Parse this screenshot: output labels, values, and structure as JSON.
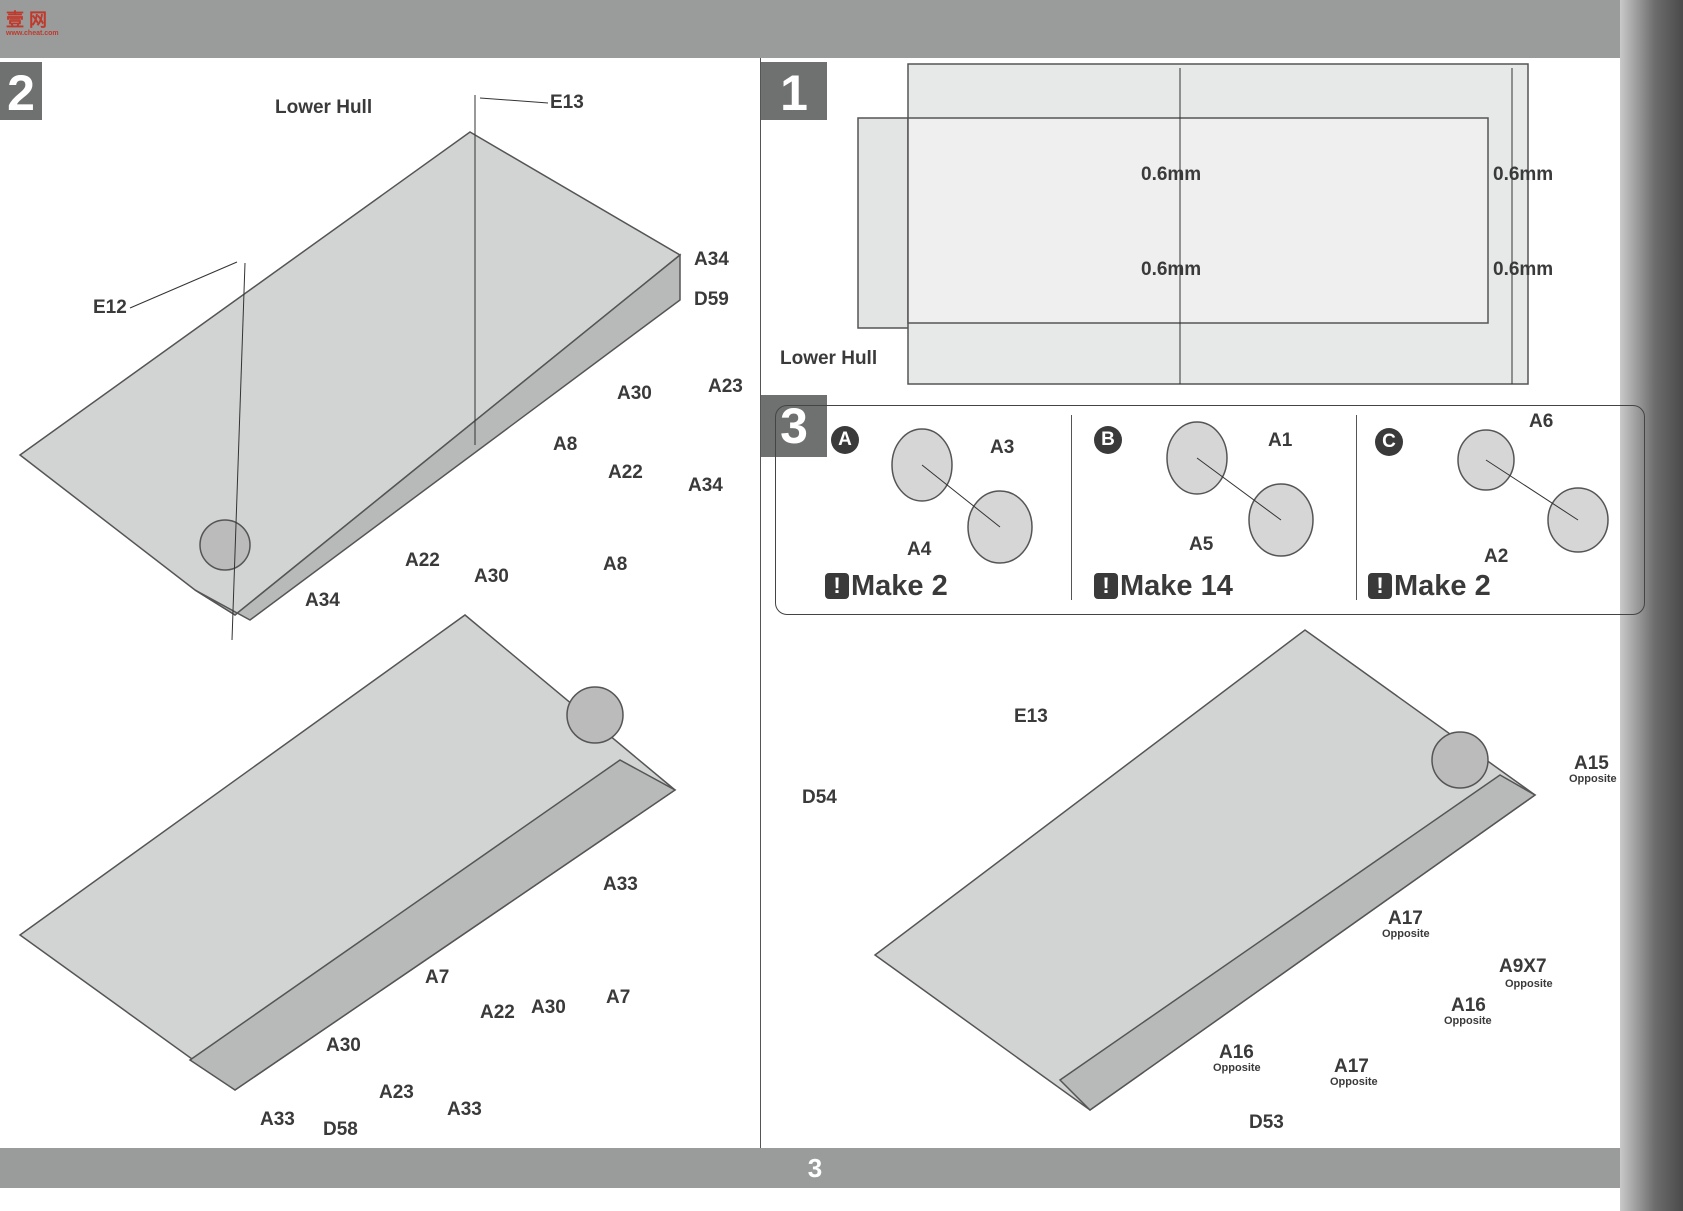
{
  "header": {
    "logo_text": "壹 网",
    "logo_sub": "www.cheat.com"
  },
  "page_number": "3",
  "step2": {
    "number": "2",
    "lower_hull_label": "Lower Hull",
    "top_labels": [
      "E13",
      "A34",
      "D59",
      "E12",
      "A23",
      "A30",
      "A8",
      "A22",
      "A34",
      "A22",
      "A8",
      "A30",
      "A34"
    ],
    "bottom_labels": [
      "A33",
      "A7",
      "A22",
      "A30",
      "A7",
      "A30",
      "A23",
      "A33",
      "A33",
      "D58"
    ]
  },
  "step1": {
    "number": "1",
    "measurements": [
      "0.6mm",
      "0.6mm",
      "0.6mm",
      "0.6mm"
    ],
    "lower_hull_label": "Lower Hull"
  },
  "step3": {
    "number": "3",
    "subassemblies": [
      {
        "letter": "A",
        "part1": "A3",
        "part2": "A4",
        "make": "Make 2"
      },
      {
        "letter": "B",
        "part1": "A1",
        "part2": "A5",
        "make": "Make 14"
      },
      {
        "letter": "C",
        "part1": "A6",
        "part2": "A2",
        "make": "Make 2"
      }
    ],
    "assembly_labels": {
      "e13": "E13",
      "d54": "D54",
      "a15": "A15",
      "a17a": "A17",
      "a9x7": "A9X7",
      "a16a": "A16",
      "a16b": "A16",
      "a17b": "A17",
      "d53": "D53"
    },
    "opposite": "Opposite"
  }
}
